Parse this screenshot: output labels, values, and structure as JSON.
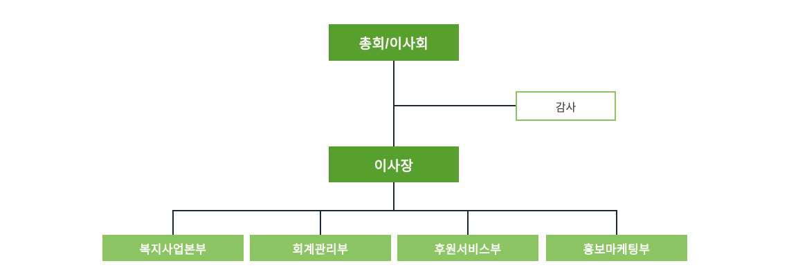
{
  "diagram": {
    "type": "org-chart",
    "nodes": {
      "assembly": {
        "label": "총회/이사회"
      },
      "auditor": {
        "label": "감사"
      },
      "chairman": {
        "label": "이사장"
      },
      "departments": [
        {
          "label": "복지사업본부"
        },
        {
          "label": "회계관리부"
        },
        {
          "label": "후원서비스부"
        },
        {
          "label": "홍보마케팅부"
        }
      ]
    },
    "colors": {
      "primary_green": "#57a02e",
      "light_green": "#8bc561",
      "auditor_border": "#8bc561",
      "line": "#1b2a36",
      "node_text": "#ffffff",
      "auditor_text": "#333333"
    }
  }
}
